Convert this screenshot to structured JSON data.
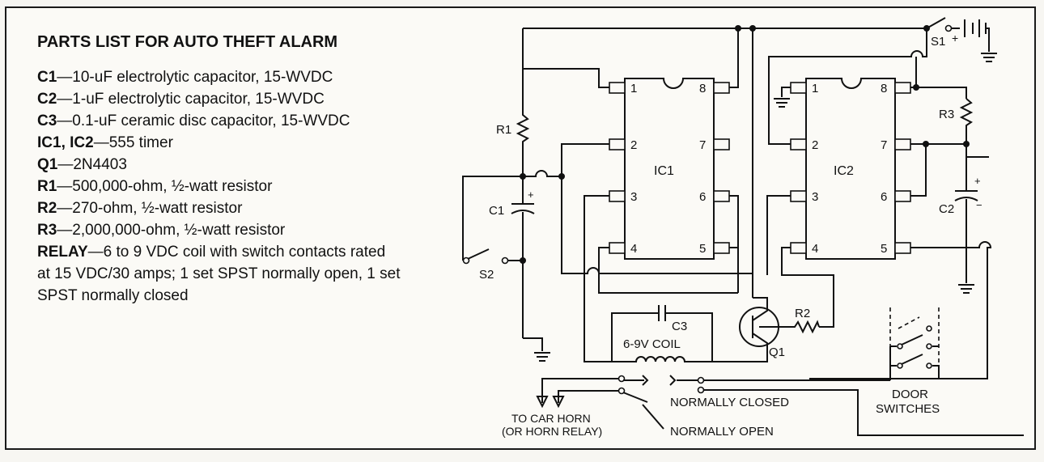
{
  "parts_list": {
    "title": "PARTS LIST FOR AUTO THEFT ALARM",
    "items": [
      {
        "ref": "C1",
        "desc": "—10-uF electrolytic capacitor, 15-WVDC"
      },
      {
        "ref": "C2",
        "desc": "—1-uF electrolytic capacitor, 15-WVDC"
      },
      {
        "ref": "C3",
        "desc": "—0.1-uF ceramic disc capacitor, 15-WVDC"
      },
      {
        "ref": "IC1, IC2",
        "desc": "—555 timer"
      },
      {
        "ref": "Q1",
        "desc": "—2N4403"
      },
      {
        "ref": "R1",
        "desc": "—500,000-ohm, ½-watt resistor"
      },
      {
        "ref": "R2",
        "desc": "—270-ohm, ½-watt resistor"
      },
      {
        "ref": "R3",
        "desc": "—2,000,000-ohm, ½-watt resistor"
      },
      {
        "ref": "RELAY",
        "desc": "—6 to 9 VDC coil with switch contacts rated at 15 VDC/30 amps; 1 set SPST normally open, 1 set SPST normally closed"
      }
    ]
  },
  "schematic": {
    "ic1_label": "IC1",
    "ic2_label": "IC2",
    "pin_labels": [
      "1",
      "2",
      "3",
      "4",
      "8",
      "7",
      "6",
      "5"
    ],
    "r1": "R1",
    "r2": "R2",
    "r3": "R3",
    "c1": "C1",
    "c2": "C2",
    "c3": "C3",
    "q1": "Q1",
    "s1": "S1",
    "s2": "S2",
    "coil": "6-9V COIL",
    "plus": "+",
    "minus": "−",
    "horn_line1": "TO CAR HORN",
    "horn_line2": "(OR HORN RELAY)",
    "normally_closed": "NORMALLY CLOSED",
    "normally_open": "NORMALLY OPEN",
    "door_line1": "DOOR",
    "door_line2": "SWITCHES"
  }
}
